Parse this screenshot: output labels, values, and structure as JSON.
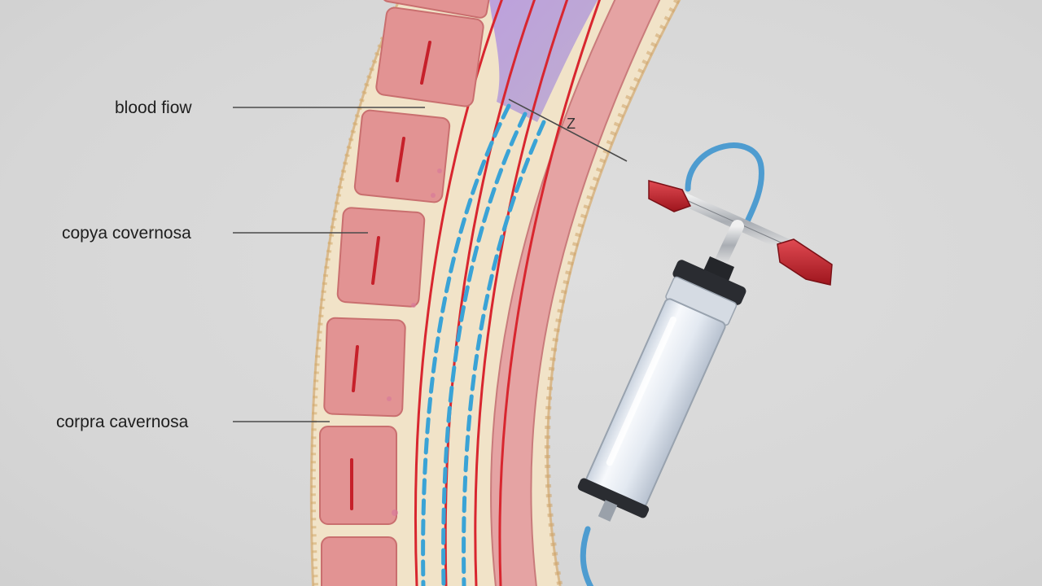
{
  "labels": {
    "blood_flow": "blood fiow",
    "corpora_upper": "copya covernosa",
    "corpora_lower": "corpra cavernosa",
    "small_mark": "Z"
  },
  "colors": {
    "background": "#d9d9d9",
    "cream_tissue": "#f2e6cf",
    "chamber_pink": "#e59a9a",
    "chamber_border": "#c96f6f",
    "vessel_red": "#d8262f",
    "vessel_blue": "#3aa3d6",
    "purple_zone": "#a98fd6",
    "pump_handle": "#c4202a",
    "pump_tube": "#4e9cd0",
    "cylinder": "#e9eef5"
  },
  "icons": [
    "vacuum-pump-icon",
    "blood-flow-arrow-icon"
  ]
}
